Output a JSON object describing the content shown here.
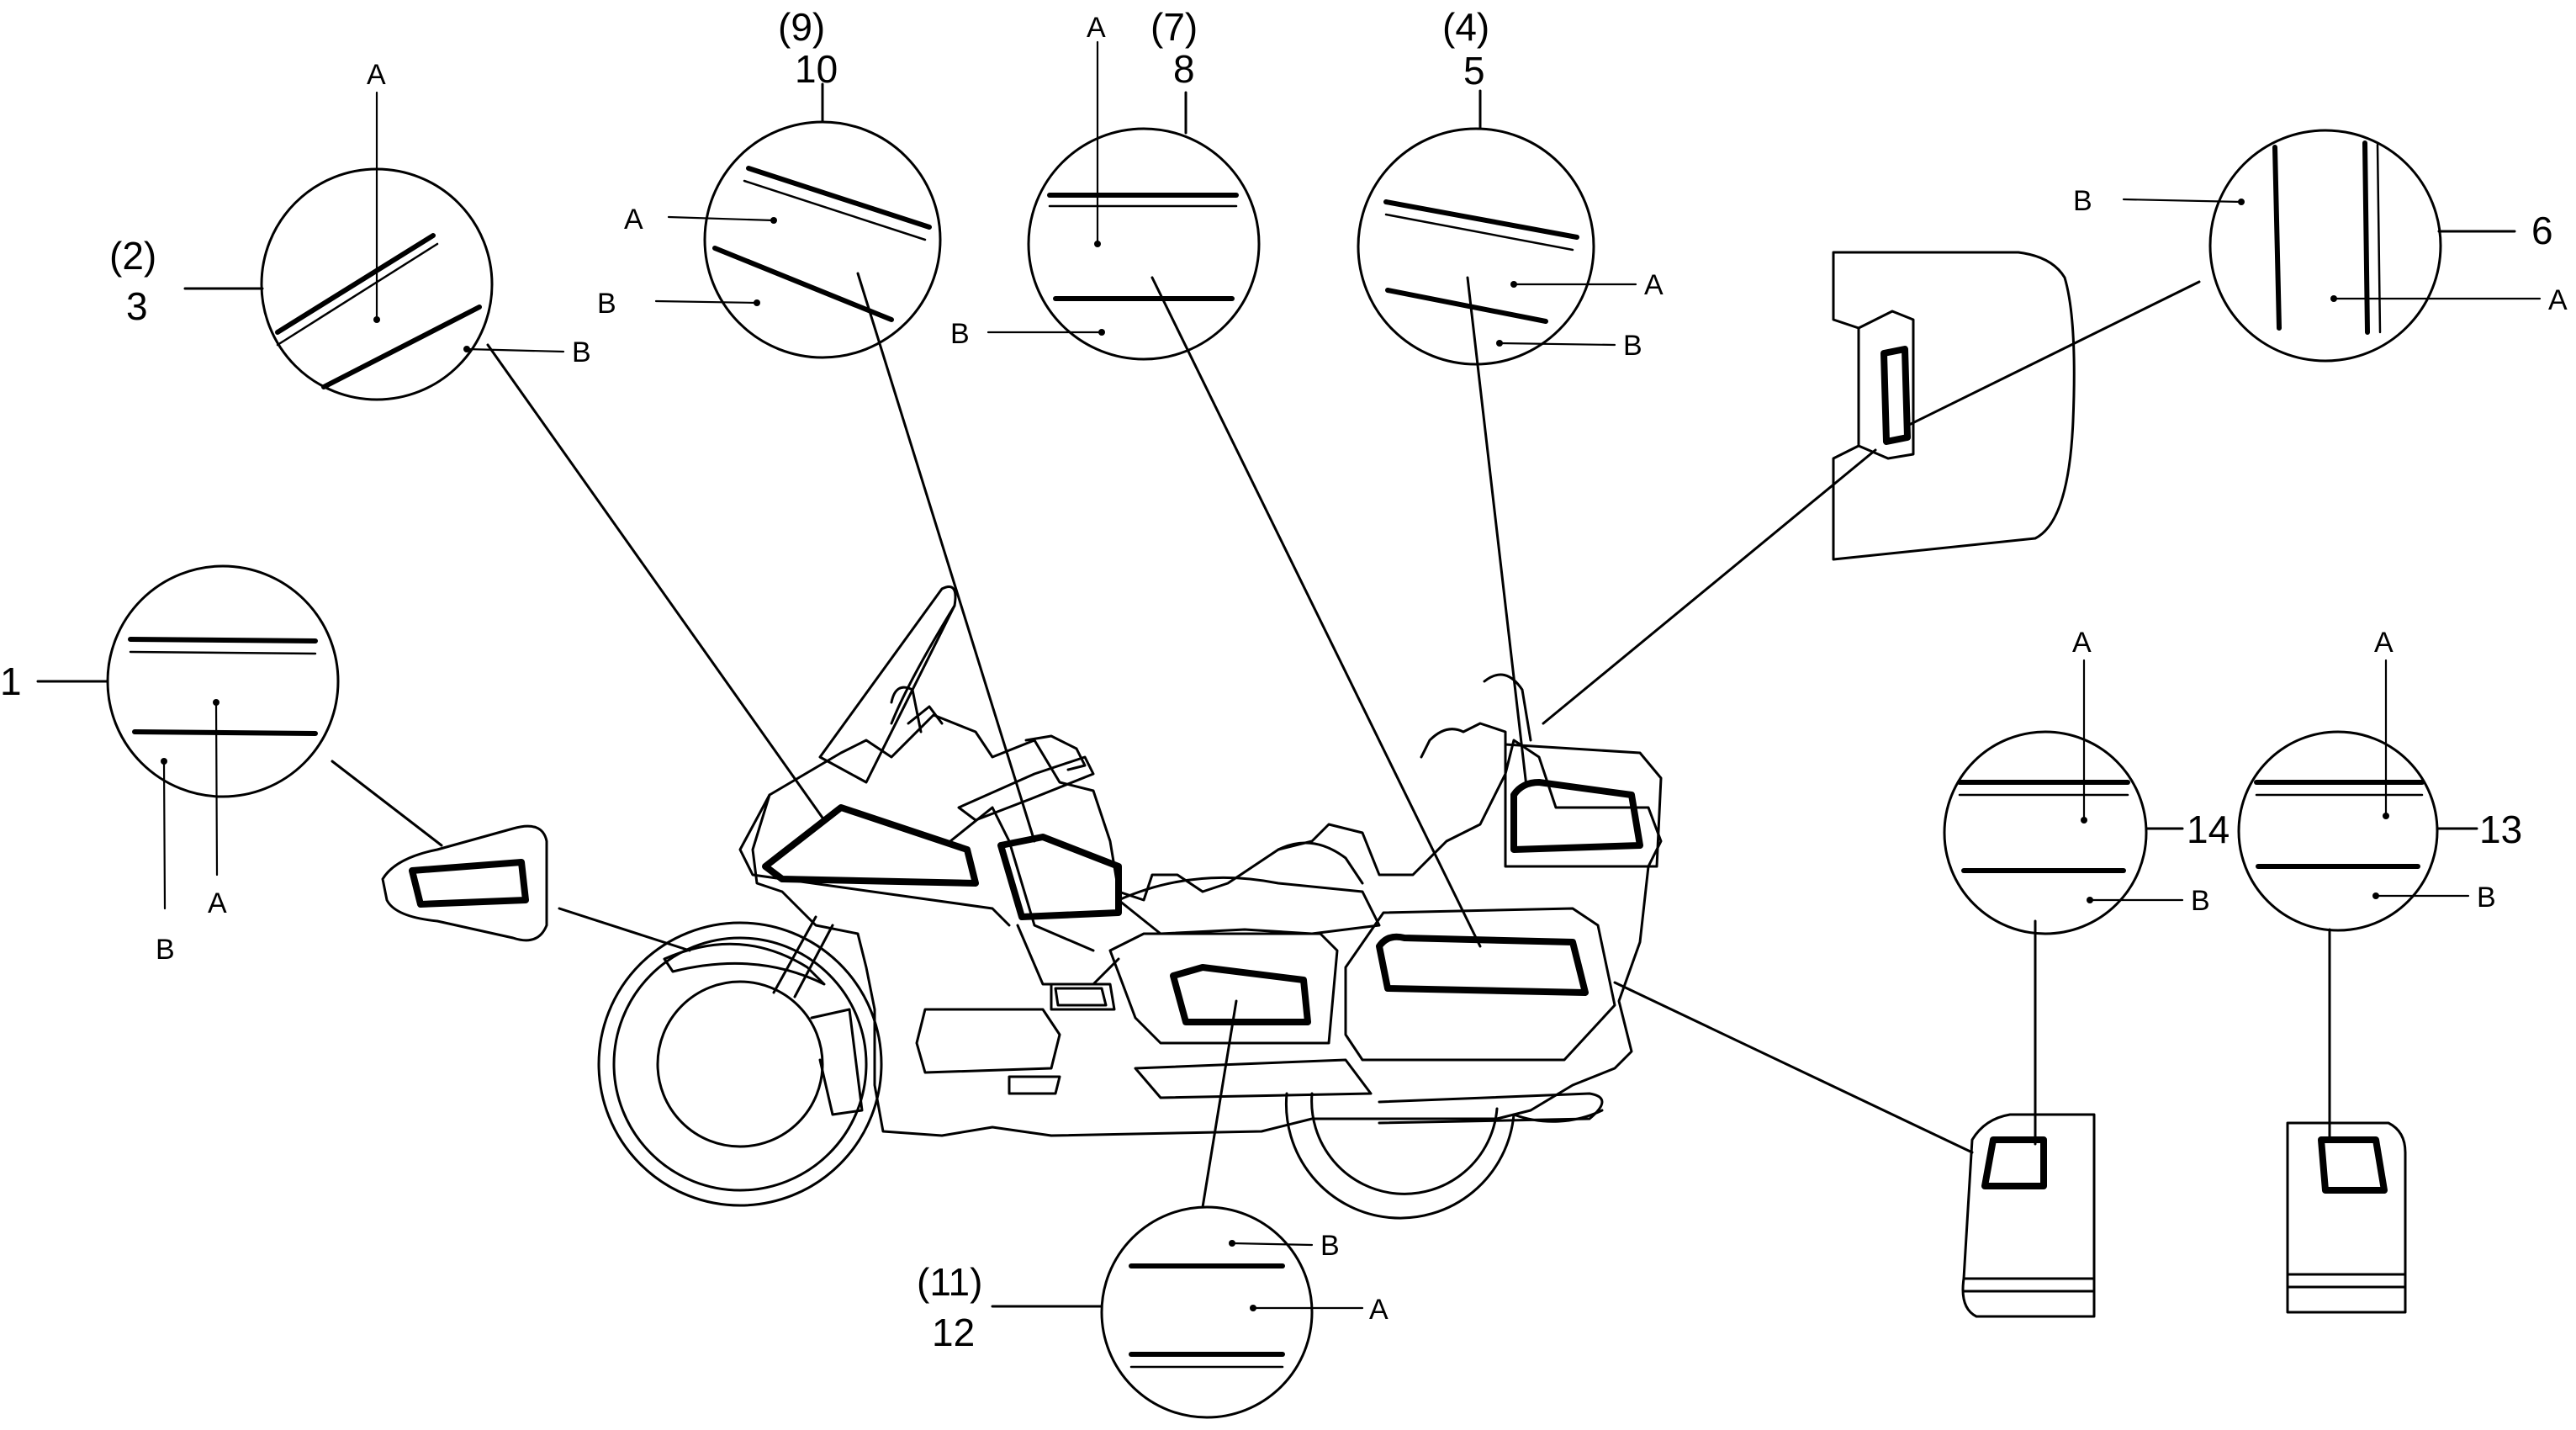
{
  "callouts": [
    {
      "id": "c1",
      "numbers": [
        "1"
      ],
      "a": "A",
      "b": "B"
    },
    {
      "id": "c3",
      "numbers": [
        "(2)",
        "3"
      ],
      "a": "A",
      "b": "B"
    },
    {
      "id": "c10",
      "numbers": [
        "(9)",
        "10"
      ],
      "a": "A",
      "b": "B"
    },
    {
      "id": "c8",
      "numbers": [
        "(7)",
        "8"
      ],
      "a": "A",
      "b": "B"
    },
    {
      "id": "c5",
      "numbers": [
        "(4)",
        "5"
      ],
      "a": "A",
      "b": "B"
    },
    {
      "id": "c6",
      "numbers": [
        "6"
      ],
      "a": "A",
      "b": "B"
    },
    {
      "id": "c14",
      "numbers": [
        "14"
      ],
      "a": "A",
      "b": "B"
    },
    {
      "id": "c13",
      "numbers": [
        "13"
      ],
      "a": "A",
      "b": "B"
    },
    {
      "id": "c12",
      "numbers": [
        "(11)",
        "12"
      ],
      "a": "A",
      "b": "B"
    }
  ]
}
